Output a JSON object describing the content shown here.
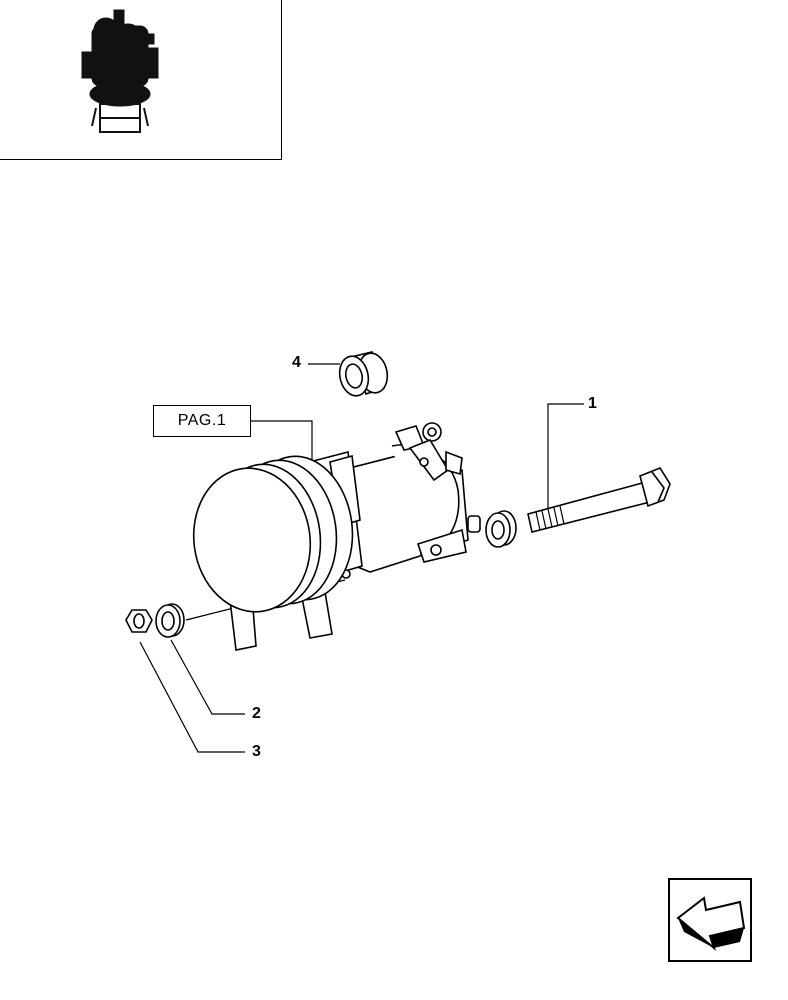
{
  "reference_label": "PAG.1",
  "callouts": {
    "bolt": "1",
    "washer": "2",
    "nut": "3",
    "spacer": "4"
  },
  "icons": {
    "thumbnail": "engine-thumbnail-icon",
    "navigation": "back-arrow-icon"
  }
}
